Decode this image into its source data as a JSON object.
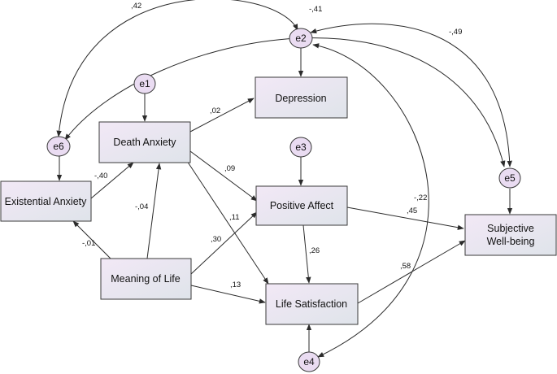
{
  "variables": {
    "depression": "Depression",
    "death_anxiety": "Death Anxiety",
    "existential_anxiety": "Existential Anxiety",
    "positive_affect": "Positive Affect",
    "meaning_of_life": "Meaning of Life",
    "life_satisfaction": "Life Satisfaction",
    "subjective_wellbeing_line1": "Subjective",
    "subjective_wellbeing_line2": "Well-being"
  },
  "errors": {
    "e1": "e1",
    "e2": "e2",
    "e3": "e3",
    "e4": "e4",
    "e5": "e5",
    "e6": "e6"
  },
  "paths": {
    "death_to_depression": ",02",
    "death_to_positive": ",09",
    "death_to_life": ",11",
    "existential_to_death": "-,40",
    "meaning_to_existential": "-,01",
    "meaning_to_death": "-,04",
    "meaning_to_positive": ",30",
    "meaning_to_life": ",13",
    "positive_to_life": ",26",
    "positive_to_swb": ",45",
    "life_to_swb": ",58"
  },
  "covariances": {
    "e6_e2": ",42",
    "e6_e5": "-,41",
    "e2_e5": "-,49",
    "e2_e4": "-,22"
  },
  "colors": {
    "box_top": "#f2e8f6",
    "box_bottom": "#dfe4ea",
    "error_fill": "#eadcf2",
    "stroke": "#2b2b2b"
  }
}
